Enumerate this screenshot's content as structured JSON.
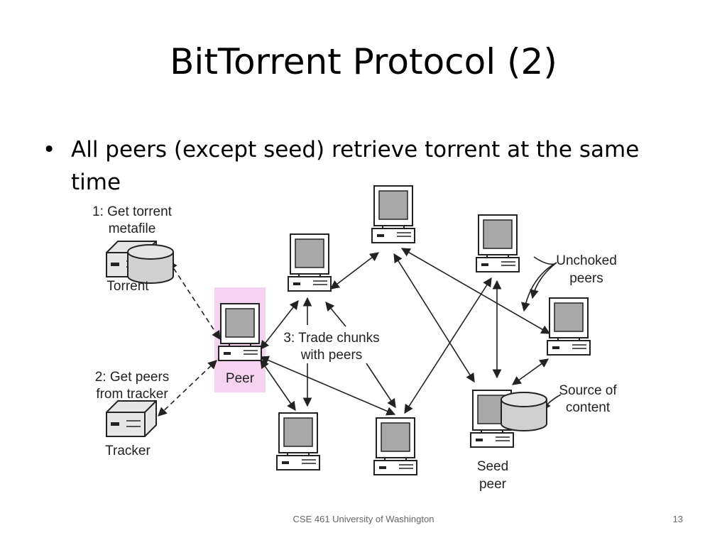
{
  "slide": {
    "title": "BitTorrent Protocol (2)",
    "bullet": "All peers (except seed) retrieve torrent at the same time",
    "footer": "CSE 461 University of Washington",
    "page_number": "13"
  },
  "diagram": {
    "step1_line1": "1: Get torrent",
    "step1_line2": "metafile",
    "torrent_label": "Torrent",
    "step2_line1": "2: Get peers",
    "step2_line2": "from tracker",
    "tracker_label": "Tracker",
    "peer_label": "Peer",
    "step3_line1": "3: Trade chunks",
    "step3_line2": "with peers",
    "unchoked_line1": "Unchoked",
    "unchoked_line2": "peers",
    "source_line1": "Source of",
    "source_line2": "content",
    "seed_line1": "Seed",
    "seed_line2": "peer",
    "colors": {
      "peer_highlight": "#f6d4f0",
      "screen": "#a8a8a8"
    }
  }
}
